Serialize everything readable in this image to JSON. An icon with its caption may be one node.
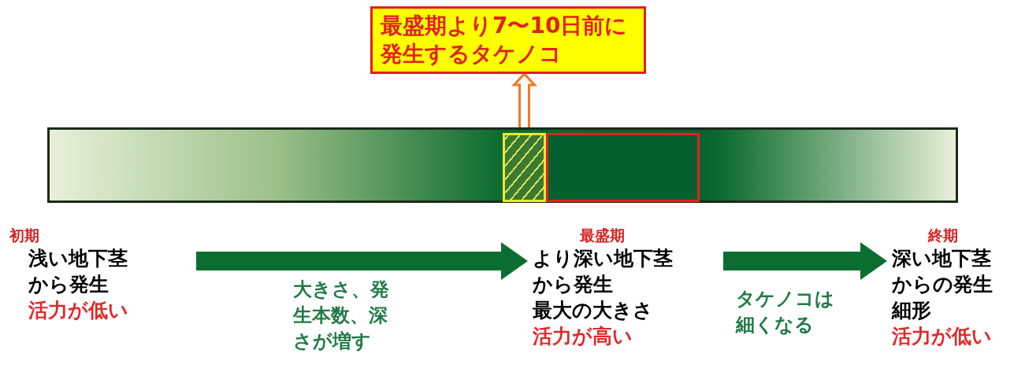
{
  "diagram": {
    "nodes": [
      {
        "text": [
          "最盛期より7〜10日前に発生するタケノコ"
        ]
      },
      {
        "text": [],
        "shape": "bar"
      },
      {
        "text": [],
        "shape": "box",
        "in": 1
      },
      {
        "text": [],
        "shape": "box",
        "in": 1
      },
      {
        "text": [
          "初期",
          "浅い地下茎から発生",
          "活力が低い"
        ]
      },
      {
        "text": [
          "最盛期",
          "より深い地下茎から発生",
          "最大の大きさ",
          "活力が高い"
        ]
      },
      {
        "text": [
          "終期",
          "深い地下茎からの発生",
          "細形",
          "活力が低い"
        ]
      }
    ],
    "edges": [
      {
        "from": 2,
        "to": 0,
        "arrow": "to",
        "color": "#f07820"
      },
      {
        "from": 4,
        "to": 5,
        "arrow": "to",
        "label": "大きさ、発生本数、深さが増す"
      },
      {
        "from": 5,
        "to": 6,
        "arrow": "to",
        "label": "タケノコは細くなる"
      }
    ]
  }
}
